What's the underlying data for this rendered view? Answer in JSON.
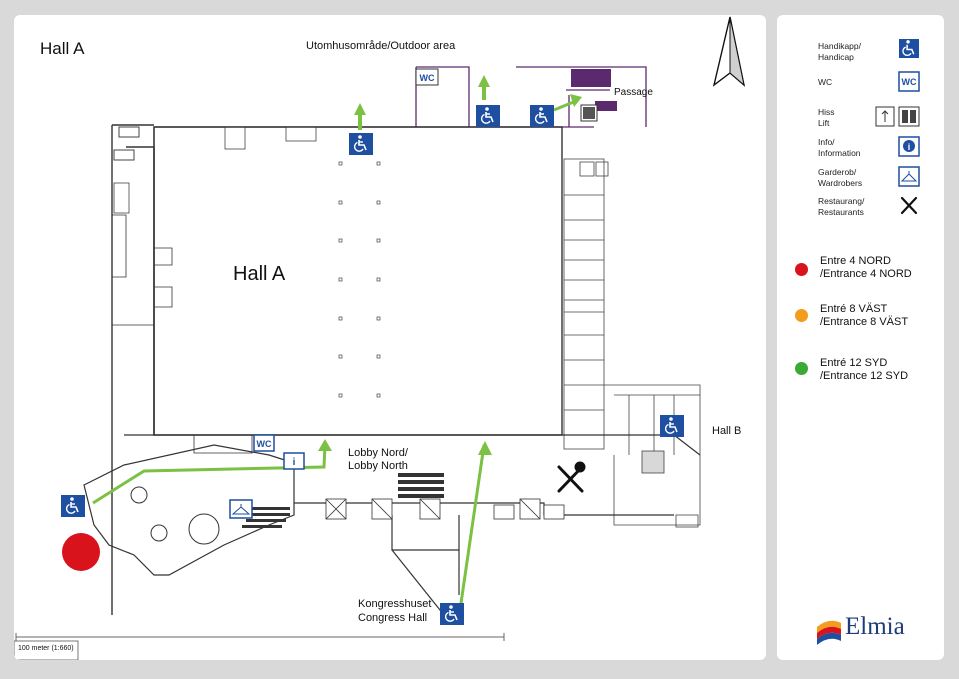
{
  "map": {
    "title": "Hall A",
    "outdoor_label": "Utomhusområde/Outdoor area",
    "hall_center_label": "Hall A",
    "passage_label": "Passage",
    "lobby_label_line1": "Lobby Nord/",
    "lobby_label_line2": "Lobby North",
    "hall_b_label": "Hall B",
    "congress_line1": "Kongresshuset",
    "congress_line2": "Congress Hall",
    "scale_label": "100 meter  (1:660)",
    "wc_text": "WC",
    "info_text": "i",
    "colors": {
      "route": "#7bc143",
      "walls": "#5b2a6e",
      "nord": "#d9131b",
      "vast": "#f39c1e",
      "syd": "#3aa935",
      "icon_blue": "#1e4fa0"
    }
  },
  "legend": {
    "items": [
      {
        "line1": "Handikapp/",
        "line2": "Handicap",
        "icon": "wheelchair-icon"
      },
      {
        "line1": "WC",
        "line2": "",
        "icon": "wc-icon"
      },
      {
        "line1": "Hiss",
        "line2": "Lift",
        "icon": "lift-icon"
      },
      {
        "line1": "Info/",
        "line2": "Information",
        "icon": "info-icon"
      },
      {
        "line1": "Garderob/",
        "line2": "Wardrobers",
        "icon": "hanger-icon"
      },
      {
        "line1": "Restaurang/",
        "line2": "Restaurants",
        "icon": "cutlery-icon"
      }
    ],
    "entrances": [
      {
        "line1": "Entre 4 NORD",
        "line2": "/Entrance 4 NORD",
        "color": "#d9131b"
      },
      {
        "line1": "Entré 8 VÄST",
        "line2": "/Entrance 8 VÄST",
        "color": "#f39c1e"
      },
      {
        "line1": "Entré 12 SYD",
        "line2": "/Entrance 12 SYD",
        "color": "#3aa935"
      }
    ],
    "logo_text": "Elmia"
  }
}
